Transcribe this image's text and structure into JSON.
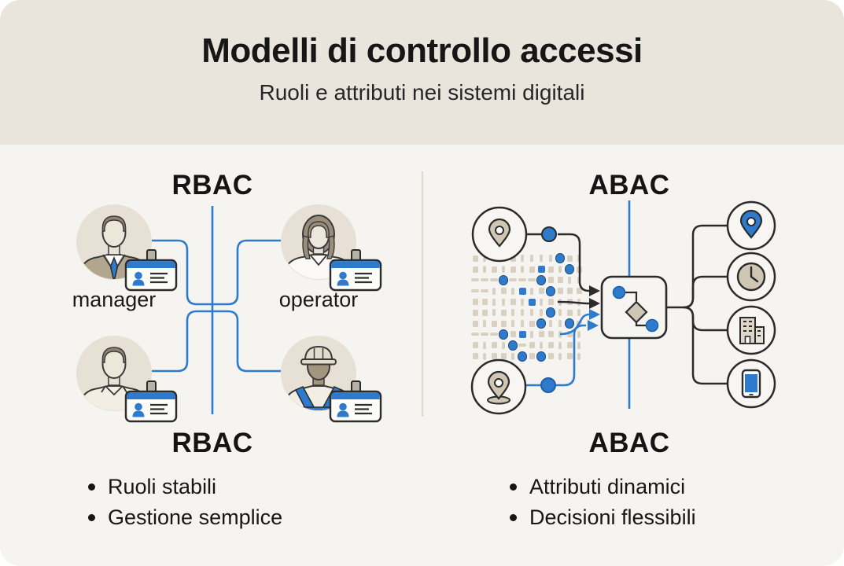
{
  "header": {
    "title": "Modelli di controllo accessi",
    "subtitle": "Ruoli e attributi nei sistemi digitali"
  },
  "rbac": {
    "heading_top": "RBAC",
    "heading_bottom": "RBAC",
    "roles": [
      {
        "label": "manager",
        "icon": "manager-avatar"
      },
      {
        "label": "operator",
        "icon": "operator-avatar"
      },
      {
        "label": "",
        "icon": "employee-avatar"
      },
      {
        "label": "",
        "icon": "construction-worker-avatar"
      }
    ],
    "badge_icon": "id-badge",
    "bullets": [
      "Ruoli stabili",
      "Gestione semplice"
    ]
  },
  "abac": {
    "heading_top": "ABAC",
    "heading_bottom": "ABAC",
    "input_icons": [
      "location-pin",
      "attribute-matrix",
      "location-pin"
    ],
    "decision_icon": "decision-flow-node",
    "attribute_icons": [
      "location-pin",
      "clock",
      "building",
      "smartphone"
    ],
    "matrix_rows": [
      "010001111B01",
      "0101010b01B0",
      "~~~B~~~B0011",
      "~~101b10B000",
      "001101b10101",
      "00101111B101",
      "0100110B11B0",
      "~~~B0b100101",
      "0101B~010101",
      "01001B0B0101"
    ],
    "bullets": [
      "Attributi dinamici",
      "Decisioni flessibili"
    ]
  },
  "colors": {
    "header_bg": "#e9e5dd",
    "body_bg": "#f5f4f1",
    "accent_blue": "#2e7bce",
    "tan": "#cfc6b4",
    "ink": "#161616",
    "outline": "#2b2b2b"
  }
}
